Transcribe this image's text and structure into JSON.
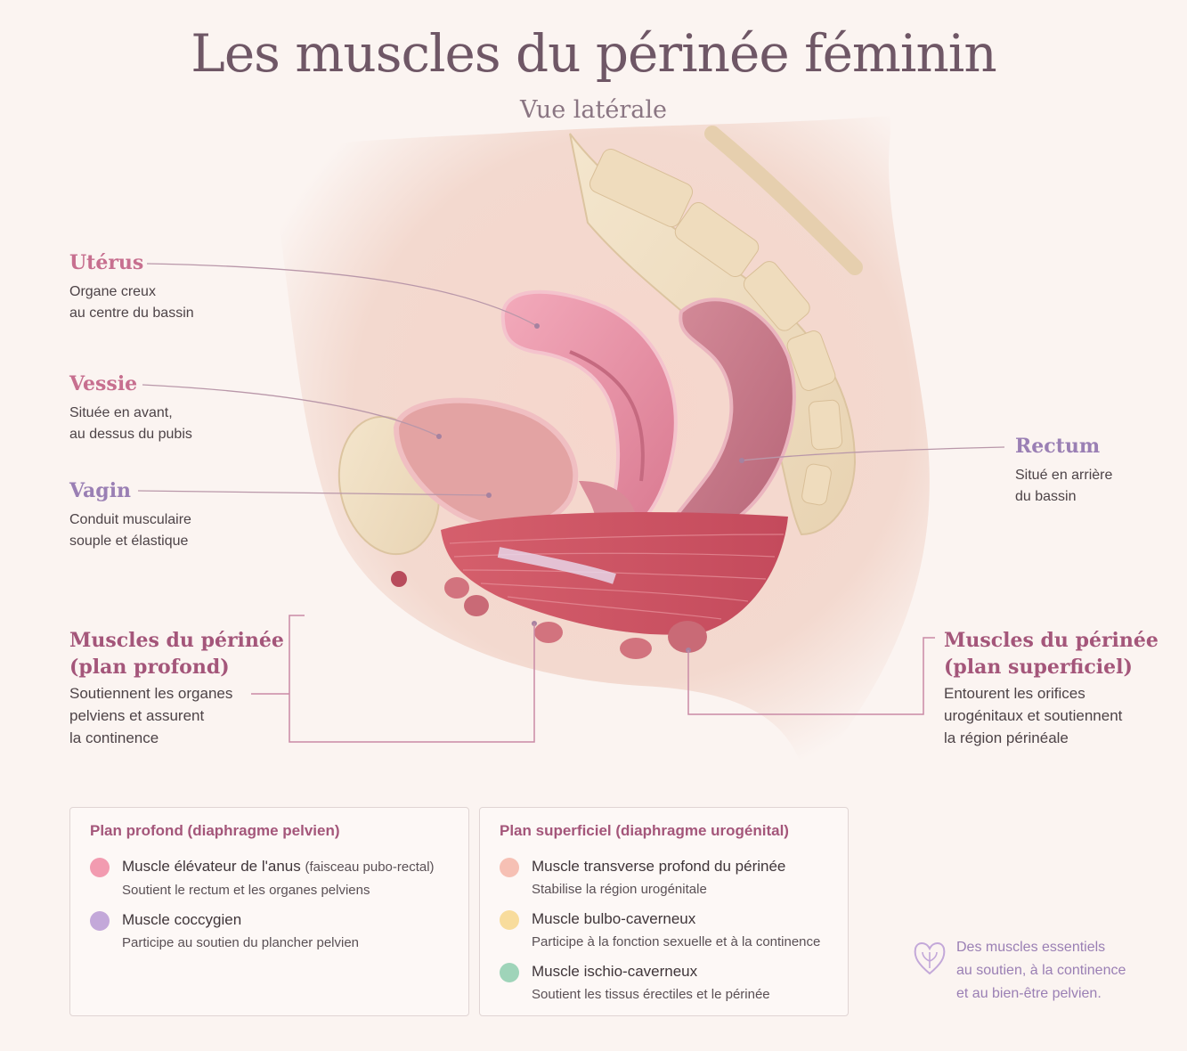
{
  "title": "Les muscles du périnée féminin",
  "subtitle": "Vue latérale",
  "labels": {
    "uterus": {
      "title": "Utérus",
      "desc": [
        "Organe creux",
        "au centre du bassin"
      ]
    },
    "vessie": {
      "title": "Vessie",
      "desc": [
        "Située en avant,",
        "au dessus du pubis"
      ]
    },
    "vagin": {
      "title": "Vagin",
      "desc": [
        "Conduit musculaire",
        "souple et élastique"
      ]
    },
    "rectum": {
      "title": "Rectum",
      "desc": [
        "Situé en arrière",
        "du bassin"
      ]
    },
    "profond": {
      "title": [
        "Muscles du périnée",
        "(plan profond)"
      ],
      "desc": [
        "Soutiennent les organes",
        "pelviens et assurent",
        "la continence"
      ]
    },
    "superficiel": {
      "title": [
        "Muscles du périnée",
        "(plan superficiel)"
      ],
      "desc": [
        "Entourent les orifices",
        "urogénitaux et soutiennent",
        "la région périnéale"
      ]
    }
  },
  "legend": {
    "deep": {
      "title": "Plan profond (diaphragme pelvien)",
      "items": [
        {
          "name": "Muscle élévateur de l'anus",
          "qualifier": "(faisceau pubo-rectal)",
          "desc": "Soutient le rectum et les organes pelviens",
          "color": "#f29bb0"
        },
        {
          "name": "Muscle coccygien",
          "qualifier": "",
          "desc": "Participe au soutien du plancher pelvien",
          "color": "#c3a8d9"
        }
      ]
    },
    "superficial": {
      "title": "Plan superficiel (diaphragme urogénital)",
      "items": [
        {
          "name": "Muscle transverse profond du périnée",
          "desc": "Stabilise la région urogénitale",
          "color": "#f6c0b4"
        },
        {
          "name": "Muscle bulbo-caverneux",
          "desc": "Participe à la fonction sexuelle et à la continence",
          "color": "#f8dc9c"
        },
        {
          "name": "Muscle ischio-caverneux",
          "desc": "Soutient les tissus érectiles et le périnée",
          "color": "#9fd4b9"
        }
      ]
    }
  },
  "note": {
    "lines": [
      "Des muscles essentiels",
      "au soutien, à la continence",
      "et au bien-être pelvien."
    ],
    "icon": "heart-lotus-icon"
  },
  "colors": {
    "accent_pink": "#c76f8f",
    "accent_purple": "#9a7fb4",
    "accent_plum": "#a4567a",
    "background": "#fbf4f1"
  }
}
